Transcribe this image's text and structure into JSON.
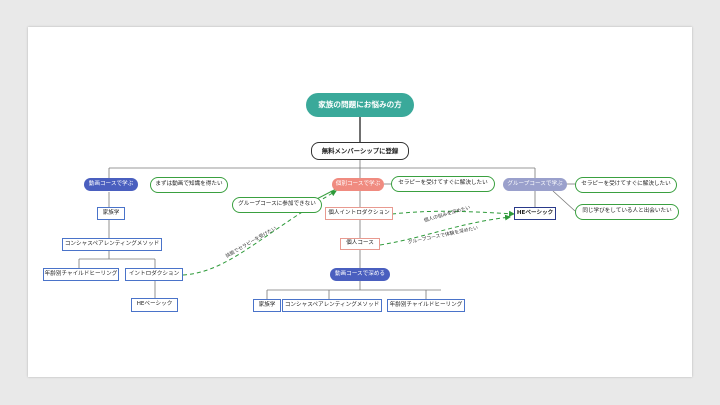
{
  "colors": {
    "teal": "#3aa99a",
    "blue": "#4a5fbf",
    "salmon": "#f08b80",
    "purple": "#9aa0cc",
    "green": "#3aa040",
    "dashed": "#2e9a3a"
  },
  "root": {
    "label": "家族の問題にお悩みの方"
  },
  "member": {
    "label": "無料メンバーシップに登録"
  },
  "video_course": {
    "label": "動画コースで学ぶ",
    "reason": "まずは動画で知識を得たい",
    "items": {
      "kazokugaku": "家族学",
      "conscious": "コンシャスペアレンティングメソッド",
      "nenreibetsu": "年齢別チャイルドヒーリング",
      "intro": "イントロダクション",
      "he_basic": "HEベーシック"
    },
    "dashed_label": "技能でセラピーを受けたい"
  },
  "individual_course": {
    "label": "個別コースで学ぶ",
    "reason": "セラピーを受けてすぐに解決したい",
    "reason_group": "グループコースに参加できない",
    "intro": "個人イントロダクション",
    "individual": "個人コース",
    "dashed_label_1": "個人の悩みを深めたい",
    "dashed_label_2": "グループコースで体験を深めたい"
  },
  "group_course": {
    "label": "グループコースで学ぶ",
    "reason_1": "セラピーを受けてすぐに解決したい",
    "reason_2": "同じ学びをしている人と出会いたい",
    "he_basic": "HEベーシック"
  },
  "deepen": {
    "label": "動画コースで深める",
    "items": [
      "家族学",
      "コンシャスペアレンティングメソッド",
      "年齢別チャイルドヒーリング"
    ]
  }
}
